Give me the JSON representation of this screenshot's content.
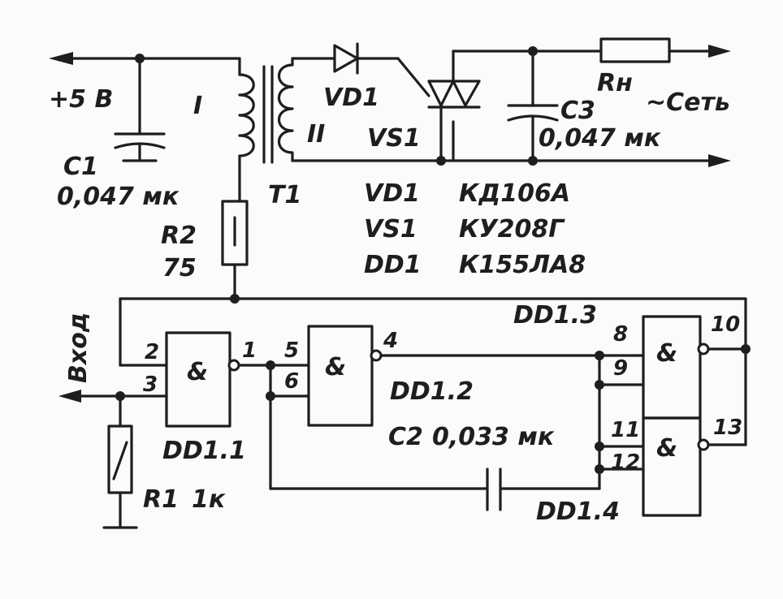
{
  "diagram": {
    "supply": "+5 В",
    "c1": {
      "ref": "C1",
      "value": "0,047 мк"
    },
    "primary": "I",
    "secondary": "II",
    "transformer": "T1",
    "r2": {
      "ref": "R2",
      "value": "75"
    },
    "vd1": "VD1",
    "vs1": "VS1",
    "c3": {
      "ref": "C3",
      "value": "0,047 мк"
    },
    "load": "Rн",
    "mains": "~Сеть",
    "parts": [
      {
        "ref": "VD1",
        "type": "КД106А"
      },
      {
        "ref": "VS1",
        "type": "КУ208Г"
      },
      {
        "ref": "DD1",
        "type": "К155ЛА8"
      }
    ],
    "input": "Вход",
    "r1": {
      "ref": "R1",
      "value": "1к"
    },
    "c2": {
      "ref": "C2",
      "value": "0,033 мк"
    },
    "gates": {
      "dd1_1": "DD1.1",
      "dd1_2": "DD1.2",
      "dd1_3": "DD1.3",
      "dd1_4": "DD1.4",
      "symbol": "&"
    },
    "pins": [
      "1",
      "2",
      "3",
      "4",
      "5",
      "6",
      "8",
      "9",
      "10",
      "11",
      "12",
      "13"
    ],
    "colors": {
      "ink": "#1e1e1e",
      "paper": "#fbfbfa"
    }
  }
}
